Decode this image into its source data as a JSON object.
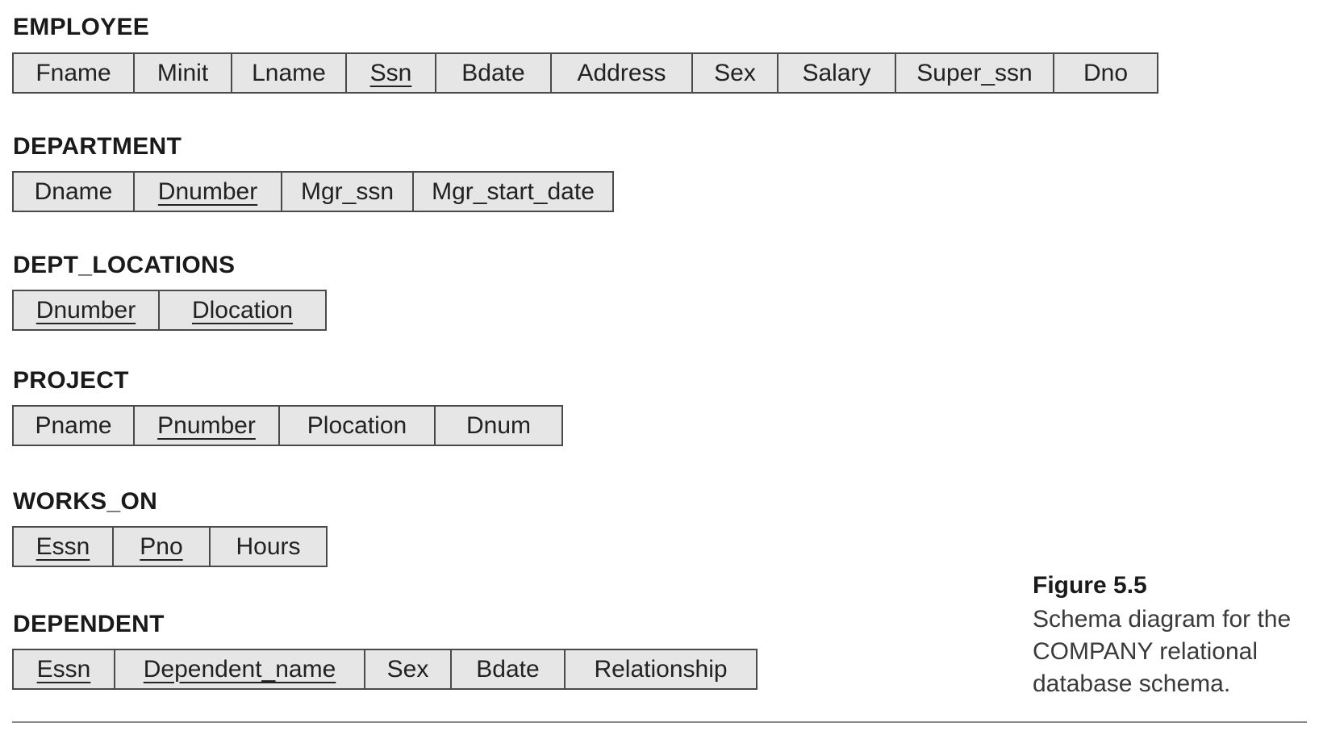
{
  "relations": [
    {
      "name": "EMPLOYEE",
      "attributes": [
        {
          "label": "Fname",
          "key": false
        },
        {
          "label": "Minit",
          "key": false
        },
        {
          "label": "Lname",
          "key": false
        },
        {
          "label": "Ssn",
          "key": true
        },
        {
          "label": "Bdate",
          "key": false
        },
        {
          "label": "Address",
          "key": false
        },
        {
          "label": "Sex",
          "key": false
        },
        {
          "label": "Salary",
          "key": false
        },
        {
          "label": "Super_ssn",
          "key": false
        },
        {
          "label": "Dno",
          "key": false
        }
      ]
    },
    {
      "name": "DEPARTMENT",
      "attributes": [
        {
          "label": "Dname",
          "key": false
        },
        {
          "label": "Dnumber",
          "key": true
        },
        {
          "label": "Mgr_ssn",
          "key": false
        },
        {
          "label": "Mgr_start_date",
          "key": false
        }
      ]
    },
    {
      "name": "DEPT_LOCATIONS",
      "attributes": [
        {
          "label": "Dnumber",
          "key": true
        },
        {
          "label": "Dlocation",
          "key": true
        }
      ]
    },
    {
      "name": "PROJECT",
      "attributes": [
        {
          "label": "Pname",
          "key": false
        },
        {
          "label": "Pnumber",
          "key": true
        },
        {
          "label": "Plocation",
          "key": false
        },
        {
          "label": "Dnum",
          "key": false
        }
      ]
    },
    {
      "name": "WORKS_ON",
      "attributes": [
        {
          "label": "Essn",
          "key": true
        },
        {
          "label": "Pno",
          "key": true
        },
        {
          "label": "Hours",
          "key": false
        }
      ]
    },
    {
      "name": "DEPENDENT",
      "attributes": [
        {
          "label": "Essn",
          "key": true
        },
        {
          "label": "Dependent_name",
          "key": true
        },
        {
          "label": "Sex",
          "key": false
        },
        {
          "label": "Bdate",
          "key": false
        },
        {
          "label": "Relationship",
          "key": false
        }
      ]
    }
  ],
  "figure": {
    "title": "Figure 5.5",
    "caption": "Schema diagram for the COMPANY relational database schema."
  },
  "colors": {
    "cell_fill": "#e6e6e6",
    "cell_border": "#4a4a4a",
    "text": "#1a1a1a"
  }
}
